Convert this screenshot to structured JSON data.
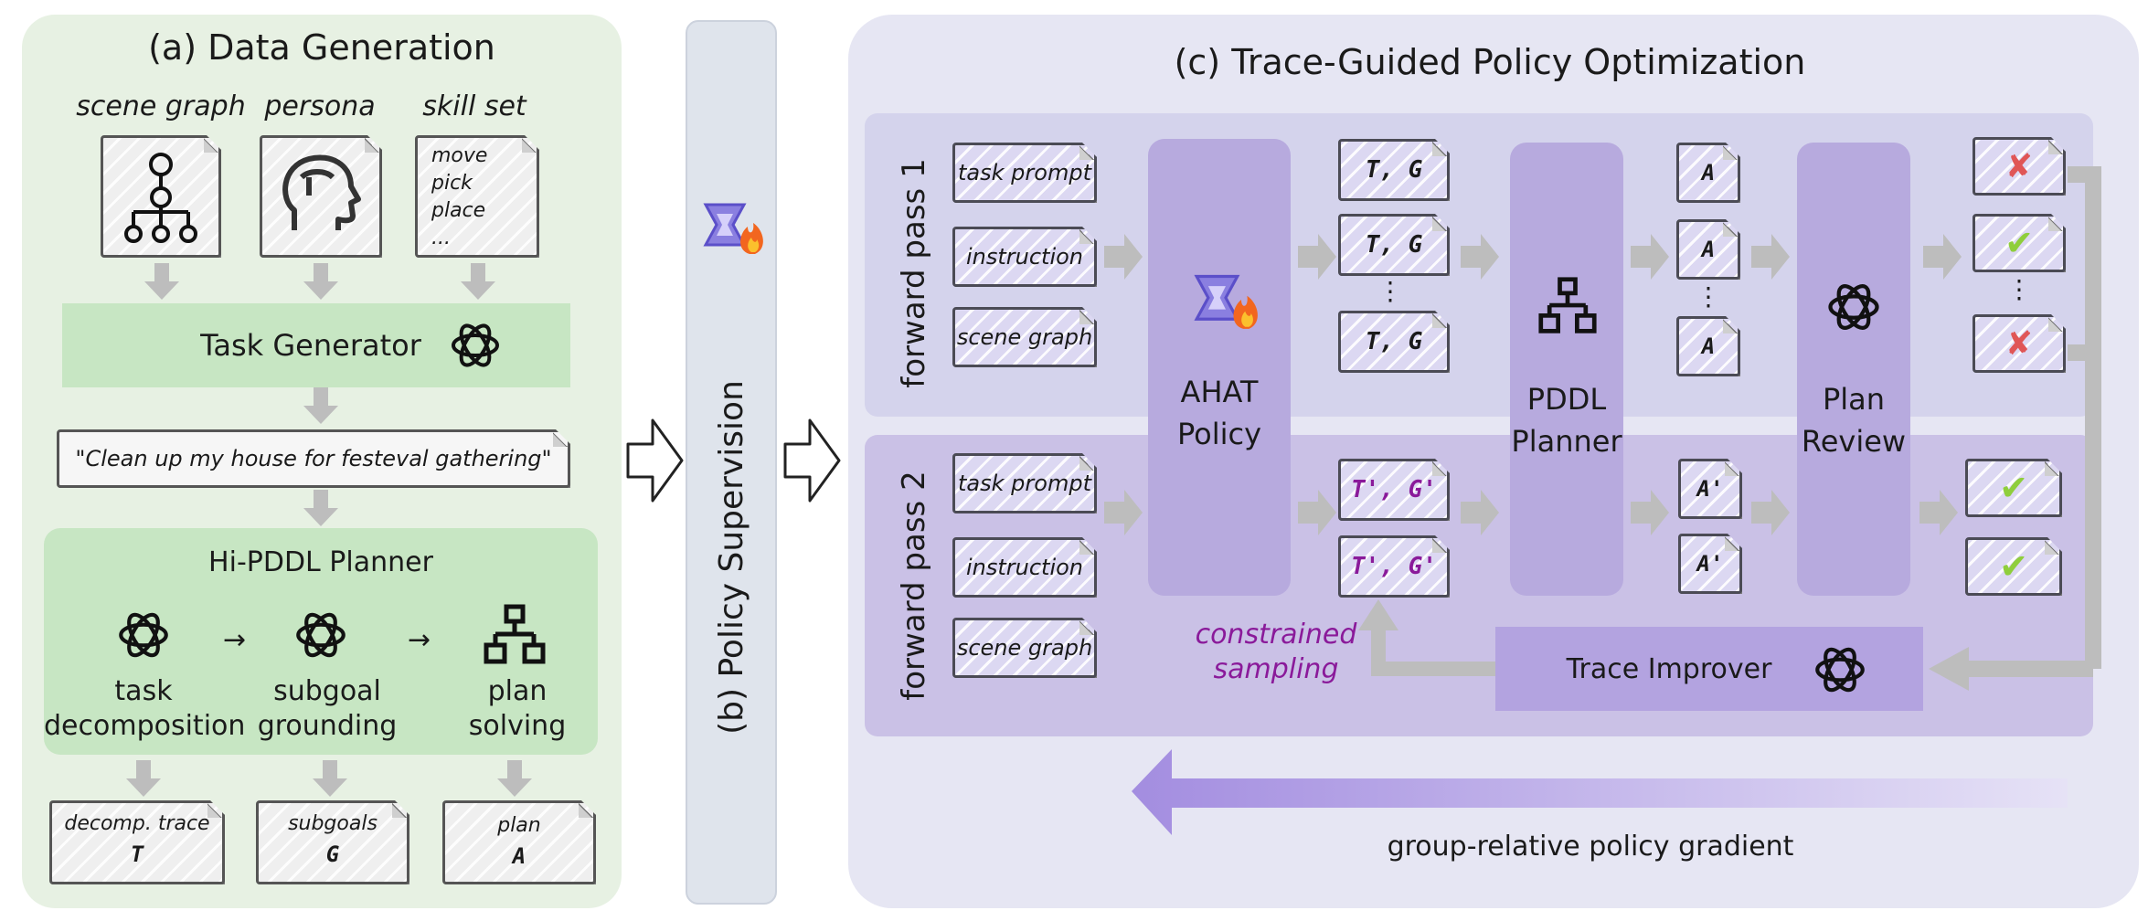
{
  "panel_a": {
    "title": "(a) Data Generation",
    "inputs": [
      {
        "label": "scene graph",
        "icon": "tree-graph-icon"
      },
      {
        "label": "persona",
        "icon": "head-profile-icon"
      },
      {
        "label": "skill set",
        "icon": "skill-list-note",
        "lines": [
          "move",
          "pick",
          "place",
          "..."
        ]
      }
    ],
    "task_generator": "Task Generator",
    "task_example": "\"Clean up my house for festeval gathering\"",
    "planner": {
      "title": "Hi-PDDL Planner",
      "steps": [
        {
          "label_lines": [
            "task",
            "decomposition"
          ],
          "icon": "openai-logo-icon"
        },
        {
          "label_lines": [
            "subgoal",
            "grounding"
          ],
          "icon": "openai-logo-icon"
        },
        {
          "label_lines": [
            "plan",
            "solving"
          ],
          "icon": "hierarchy-icon"
        }
      ]
    },
    "outputs": [
      {
        "label": "decomp. trace",
        "symbol": "T"
      },
      {
        "label": "subgoals",
        "symbol": "G"
      },
      {
        "label": "plan",
        "symbol": "A"
      }
    ]
  },
  "panel_b": {
    "title": "(b) Policy Supervision"
  },
  "panel_c": {
    "title": "(c) Trace-Guided Policy Optimization",
    "pass1_label": "forward pass 1",
    "pass2_label": "forward pass 2",
    "inputs": [
      "task prompt",
      "instruction",
      "scene graph"
    ],
    "policy": [
      "AHAT",
      "Policy"
    ],
    "planner": [
      "PDDL",
      "Planner"
    ],
    "review": [
      "Plan",
      "Review"
    ],
    "tg": "T, G",
    "tg_prime": "T', G'",
    "a": "A",
    "a_prime": "A'",
    "dots": "⋮",
    "constrained_sampling": [
      "constrained",
      "sampling"
    ],
    "trace_improver": "Trace Improver",
    "gradient_label": "group-relative policy gradient"
  },
  "colors": {
    "green_panel": "#e7f1e3",
    "green_bar": "#c7e6c3",
    "purple_panel": "#e6e6f3",
    "purple_module": "#b7aade",
    "accent_magenta": "#8a1a9a",
    "check": "#8fce3c",
    "cross": "#e05656"
  }
}
